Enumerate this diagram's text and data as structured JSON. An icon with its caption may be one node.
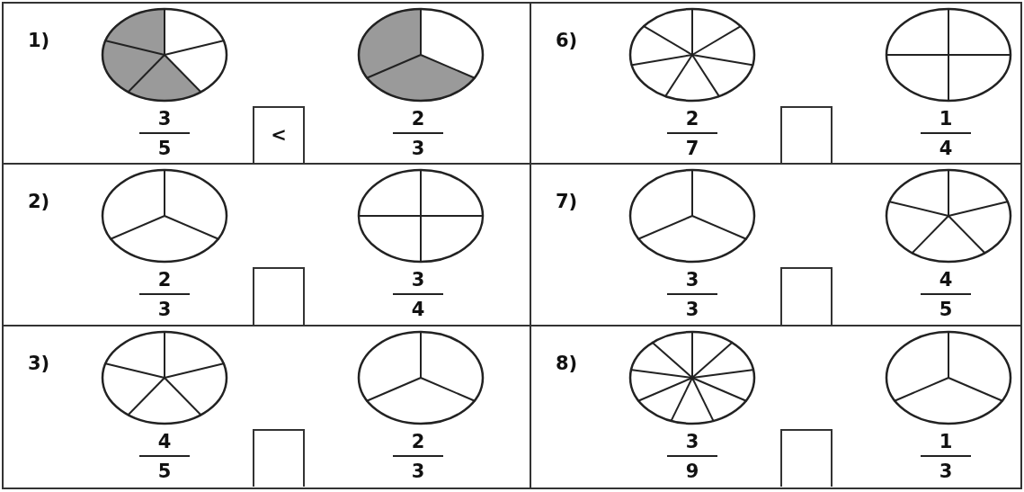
{
  "diagram": {
    "labels": [
      "1)",
      "3",
      "5",
      "<",
      "2",
      "3",
      "2)",
      "2",
      "3",
      "3",
      "4",
      "3)",
      "4",
      "5",
      "2",
      "3",
      "6)",
      "2",
      "7",
      "1",
      "4",
      "7)",
      "3",
      "3",
      "4",
      "5",
      "8)",
      "3",
      "9",
      "1",
      "3"
    ]
  }
}
